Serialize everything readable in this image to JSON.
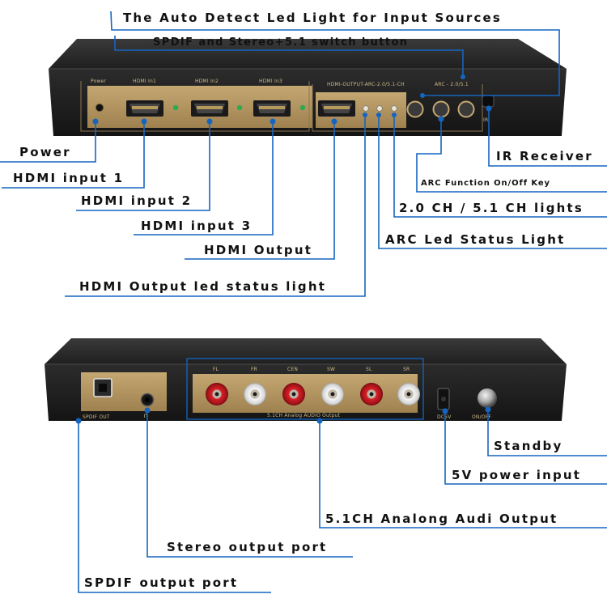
{
  "callouts": {
    "auto_detect": "The Auto Detect Led Light for Input Sources",
    "spdif_switch": "SPDIF and Stereo+5.1 switch button",
    "power": "Power",
    "hdmi_in1": "HDMI input 1",
    "hdmi_in2": "HDMI input 2",
    "hdmi_in3": "HDMI input 3",
    "hdmi_output": "HDMI Output",
    "hdmi_output_led": "HDMI Output led status light",
    "ir_receiver": "IR Receiver",
    "arc_key": "ARC Function On/Off Key",
    "ch_lights": "2.0 CH / 5.1 CH lights",
    "arc_led": "ARC Led Status Light",
    "standby": "Standby",
    "power_5v": "5V power input",
    "analog_out": "5.1CH Analong Audi Output",
    "stereo_port": "Stereo output port",
    "spdif_port": "SPDIF output port"
  },
  "front_panel": {
    "power": "Power",
    "hdmi_in1": "HDMI In1",
    "hdmi_in2": "HDMI In2",
    "hdmi_in3": "HDMI In3",
    "output_group": "HDMI-OUTPUT-ARC-2.0/5.1-CH",
    "arc_group": "ARC - 2.0/5.1",
    "ir": "IR"
  },
  "back_panel": {
    "fl": "FL",
    "fr": "FR",
    "cen": "CEN",
    "sw": "SW",
    "sl": "SL",
    "sr": "SR",
    "analog_caption": "5.1CH Analog AUDIO Output",
    "spdif_out": "SPDIF OUT",
    "dc5v": "DC5V",
    "onoff": "ON/OFF"
  },
  "colors": {
    "leader_line": "#1565c0",
    "panel_gold": "#b49561",
    "chassis": "#2b2b2b",
    "led_green": "#2fa84f"
  }
}
